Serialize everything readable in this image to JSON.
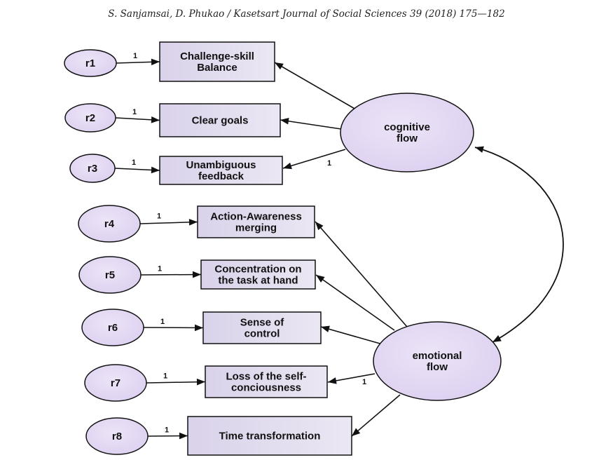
{
  "header": "S. Sanjamsai, D. Phukao / Kasetsart Journal of Social Sciences 39 (2018) 175—182",
  "latents": {
    "cognitive": [
      "cognitive",
      "flow"
    ],
    "emotional": [
      "emotional",
      "flow"
    ]
  },
  "indicators": [
    {
      "error": "r1",
      "lines": [
        "Challenge-skill",
        "Balance"
      ],
      "weight": "1"
    },
    {
      "error": "r2",
      "lines": [
        "Clear goals"
      ],
      "weight": "1"
    },
    {
      "error": "r3",
      "lines": [
        "Unambiguous",
        "feedback"
      ],
      "weight": "1"
    },
    {
      "error": "r4",
      "lines": [
        "Action-Awareness",
        "merging"
      ],
      "weight": "1"
    },
    {
      "error": "r5",
      "lines": [
        "Concentration on",
        "the task at hand"
      ],
      "weight": "1"
    },
    {
      "error": "r6",
      "lines": [
        "Sense of",
        "control"
      ],
      "weight": "1"
    },
    {
      "error": "r7",
      "lines": [
        "Loss of the self-",
        "conciousness"
      ],
      "weight": "1"
    },
    {
      "error": "r8",
      "lines": [
        "Time transformation"
      ],
      "weight": "1"
    }
  ],
  "loading_labels": {
    "cognitive_fixed": "1",
    "emotional_fixed": "1"
  },
  "colors": {
    "ellipse_fill": "#e4d9f2",
    "box_fill": "#e2ddee",
    "stroke": "#111111"
  }
}
